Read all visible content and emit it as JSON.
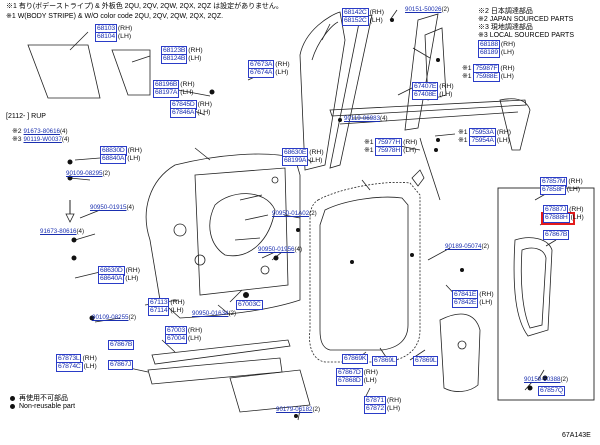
{
  "notes_left": [
    "※1 有り(ボデーストライプ) & 外板色 2QU, 2QV, 2QW, 2QX, 2QZ は設定がありません。",
    "※1 W(BODY STRIPE) & W/O color code 2QU, 2QV, 2QW, 2QX, 2QZ."
  ],
  "notes_right": [
    "※2 日本調達部品",
    "※2 JAPAN SOURCED PARTS",
    "※3 現地調達部品",
    "※3 LOCAL SOURCED PARTS"
  ],
  "section_label": "[2112-     ] RUP",
  "legend": [
    {
      "symbol": "filled",
      "text": "再使用不可部品"
    },
    {
      "symbol": "ring",
      "text": "Non-reusable part"
    }
  ],
  "diagram_id": "67A143E",
  "parts": [
    {
      "id": "p68103",
      "prefix": "",
      "num": "68103",
      "suffix": "(RH)"
    },
    {
      "id": "p68104",
      "prefix": "",
      "num": "68104",
      "suffix": "(LH)"
    },
    {
      "id": "p68123",
      "prefix": "",
      "num": "68123B",
      "suffix": "(RH)"
    },
    {
      "id": "p68124",
      "prefix": "",
      "num": "68124B",
      "suffix": "(LH)"
    },
    {
      "id": "p68196",
      "prefix": "",
      "num": "68196B",
      "suffix": "(RH)"
    },
    {
      "id": "p68197",
      "prefix": "",
      "num": "68197A",
      "suffix": "(LH)"
    },
    {
      "id": "p67673",
      "prefix": "",
      "num": "67673A",
      "suffix": "(RH)"
    },
    {
      "id": "p67674",
      "prefix": "",
      "num": "67674A",
      "suffix": "(LH)"
    },
    {
      "id": "p67845",
      "prefix": "",
      "num": "67845D",
      "suffix": "(RH)"
    },
    {
      "id": "p67846",
      "prefix": "",
      "num": "67846A",
      "suffix": "(LH)"
    },
    {
      "id": "p68142",
      "prefix": "",
      "num": "68142C",
      "suffix": "(RH)"
    },
    {
      "id": "p68152",
      "prefix": "",
      "num": "68152C",
      "suffix": "(LH)"
    },
    {
      "id": "p90151",
      "prefix": "",
      "num": "90151-50026",
      "suffix": "(2)"
    },
    {
      "id": "p68188",
      "prefix": "",
      "num": "68188",
      "suffix": "(RH)"
    },
    {
      "id": "p68189",
      "prefix": "",
      "num": "68189",
      "suffix": "(LH)"
    },
    {
      "id": "p75987",
      "prefix": "※1",
      "num": "75987F",
      "suffix": "(RH)"
    },
    {
      "id": "p75988",
      "prefix": "※1",
      "num": "75988E",
      "suffix": "(LH)"
    },
    {
      "id": "p67407",
      "prefix": "",
      "num": "67407E",
      "suffix": "(RH)"
    },
    {
      "id": "p67408",
      "prefix": "",
      "num": "67408E",
      "suffix": "(LH)"
    },
    {
      "id": "p90119a",
      "prefix": "",
      "num": "90119-06983",
      "suffix": "(4)"
    },
    {
      "id": "p75953",
      "prefix": "※1",
      "num": "75953A",
      "suffix": "(RH)"
    },
    {
      "id": "p75954",
      "prefix": "※1",
      "num": "75954A",
      "suffix": "(LH)"
    },
    {
      "id": "p75977",
      "prefix": "※1",
      "num": "75977H",
      "suffix": "(RH)"
    },
    {
      "id": "p75978",
      "prefix": "※1",
      "num": "75978H",
      "suffix": "(LH)"
    },
    {
      "id": "p91673a",
      "prefix": "※2",
      "num": "91673-80616",
      "suffix": "(4)"
    },
    {
      "id": "p90119b",
      "prefix": "※3",
      "num": "90119-W0037",
      "suffix": "(4)"
    },
    {
      "id": "p68830",
      "prefix": "",
      "num": "68830D",
      "suffix": "(RH)"
    },
    {
      "id": "p68840",
      "prefix": "",
      "num": "68840A",
      "suffix": "(LH)"
    },
    {
      "id": "p90109a",
      "prefix": "",
      "num": "90109-08295",
      "suffix": "(2)"
    },
    {
      "id": "p68630",
      "prefix": "",
      "num": "68630E",
      "suffix": "(RH)"
    },
    {
      "id": "p68199",
      "prefix": "",
      "num": "68199A",
      "suffix": "(LH)"
    },
    {
      "id": "p90950a",
      "prefix": "",
      "num": "90950-01915",
      "suffix": "(4)"
    },
    {
      "id": "p90950b",
      "prefix": "",
      "num": "90950-01A02",
      "suffix": "(2)"
    },
    {
      "id": "p91673b",
      "prefix": "",
      "num": "91673-80616",
      "suffix": "(4)"
    },
    {
      "id": "p90950c",
      "prefix": "",
      "num": "90950-01956",
      "suffix": "(4)"
    },
    {
      "id": "p68630b",
      "prefix": "",
      "num": "68630D",
      "suffix": "(RH)"
    },
    {
      "id": "p68640",
      "prefix": "",
      "num": "68640A",
      "suffix": "(LH)"
    },
    {
      "id": "p67113",
      "prefix": "",
      "num": "67113",
      "suffix": "(RH)"
    },
    {
      "id": "p67114",
      "prefix": "",
      "num": "67114",
      "suffix": "(LH)"
    },
    {
      "id": "p90109b",
      "prefix": "",
      "num": "90109-08255",
      "suffix": "(2)"
    },
    {
      "id": "p90950d",
      "prefix": "",
      "num": "90950-01634",
      "suffix": "(2)"
    },
    {
      "id": "p67003c",
      "prefix": "",
      "num": "67003C",
      "suffix": ""
    },
    {
      "id": "p67003",
      "prefix": "",
      "num": "67003",
      "suffix": "(RH)"
    },
    {
      "id": "p67004",
      "prefix": "",
      "num": "67004",
      "suffix": "(LH)"
    },
    {
      "id": "p67867b",
      "prefix": "",
      "num": "67867B",
      "suffix": ""
    },
    {
      "id": "p67873",
      "prefix": "",
      "num": "67873L",
      "suffix": "(RH)"
    },
    {
      "id": "p67874",
      "prefix": "",
      "num": "67874C",
      "suffix": "(LH)"
    },
    {
      "id": "p67867j",
      "prefix": "",
      "num": "67867J",
      "suffix": ""
    },
    {
      "id": "p67869k",
      "prefix": "",
      "num": "67869K",
      "suffix": ""
    },
    {
      "id": "p67869l",
      "prefix": "",
      "num": "67869L",
      "suffix": ""
    },
    {
      "id": "p67869",
      "prefix": "",
      "num": "67869L",
      "suffix": ""
    },
    {
      "id": "p67867d",
      "prefix": "",
      "num": "67867D",
      "suffix": "(RH)"
    },
    {
      "id": "p67868",
      "prefix": "",
      "num": "67868D",
      "suffix": "(LH)"
    },
    {
      "id": "p67871",
      "prefix": "",
      "num": "67871",
      "suffix": "(RH)"
    },
    {
      "id": "p67872",
      "prefix": "",
      "num": "67872",
      "suffix": "(LH)"
    },
    {
      "id": "p90179",
      "prefix": "",
      "num": "90179-06182",
      "suffix": "(2)"
    },
    {
      "id": "p90189",
      "prefix": "",
      "num": "90189-05074",
      "suffix": "(2)"
    },
    {
      "id": "p67841",
      "prefix": "",
      "num": "67841E",
      "suffix": "(RH)"
    },
    {
      "id": "p67842",
      "prefix": "",
      "num": "67842E",
      "suffix": "(LH)"
    },
    {
      "id": "p67857m",
      "prefix": "",
      "num": "67857M",
      "suffix": "(RH)"
    },
    {
      "id": "p67858",
      "prefix": "",
      "num": "67858F",
      "suffix": "(LH)"
    },
    {
      "id": "p67887",
      "prefix": "",
      "num": "67887J",
      "suffix": "(RH)"
    },
    {
      "id": "p67888",
      "prefix": "",
      "num": "67888H",
      "suffix": "(LH)"
    },
    {
      "id": "p67867bb",
      "prefix": "",
      "num": "67867B",
      "suffix": ""
    },
    {
      "id": "p90159",
      "prefix": "",
      "num": "90159-50388",
      "suffix": "(2)"
    },
    {
      "id": "p67857q",
      "prefix": "",
      "num": "67857Q",
      "suffix": ""
    }
  ]
}
